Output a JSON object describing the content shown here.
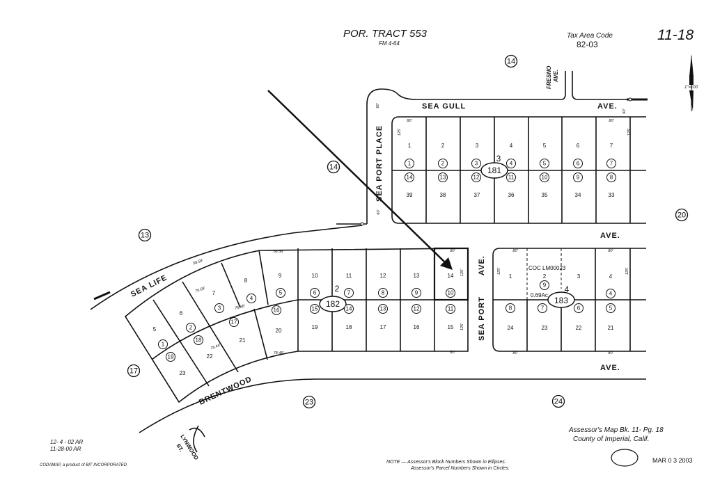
{
  "header": {
    "tract_title": "POR.  TRACT  553",
    "field_map": "FM 4-64",
    "tax_area_label": "Tax Area Code",
    "tax_area_code": "82-03",
    "page_number": "11-18",
    "scale": "1\"=100'"
  },
  "streets": {
    "sea_gull": "SEA  GULL",
    "sea_gull_ave": "AVE.",
    "fresno": "FRESNO",
    "fresno_ave": "AVE.",
    "sea_port_place": "SEA PORT PLACE",
    "middle_ave": "AVE.",
    "sea_port_ave_top": "AVE.",
    "sea_port_ave_bottom": "SEA PORT",
    "bottom_ave": "AVE.",
    "sea_life": "SEA  LIFE",
    "brentwood": "BRENTWOOD",
    "lynwood": "LYNWOOD",
    "lynwood_st": "ST.",
    "width_60": "60'"
  },
  "blocks": [
    {
      "number": "181",
      "tract_block": "3"
    },
    {
      "number": "182",
      "tract_block": "2"
    },
    {
      "number": "183",
      "tract_block": "4"
    }
  ],
  "lot_numbers": [
    "1",
    "2",
    "3",
    "4",
    "5",
    "6",
    "7",
    "39",
    "38",
    "37",
    "36",
    "35",
    "34",
    "33",
    "9",
    "10",
    "11",
    "12",
    "13",
    "14",
    "20",
    "19",
    "18",
    "17",
    "16",
    "15",
    "5",
    "6",
    "7",
    "8",
    "21",
    "22",
    "23",
    "1",
    "2",
    "3",
    "4",
    "24",
    "23",
    "22",
    "21"
  ],
  "parcel_numbers": [
    "1",
    "2",
    "3",
    "4",
    "5",
    "6",
    "7",
    "14",
    "13",
    "12",
    "11",
    "10",
    "9",
    "8",
    "5",
    "6",
    "7",
    "8",
    "9",
    "10",
    "16",
    "15",
    "14",
    "13",
    "12",
    "11",
    "4",
    "3",
    "2",
    "1",
    "17",
    "18",
    "19",
    "9",
    "8",
    "7",
    "6",
    "5",
    "4"
  ],
  "area_numbers": [
    "14",
    "14",
    "13",
    "20",
    "17",
    "23",
    "24"
  ],
  "dimensions": [
    "80'",
    "80'",
    "125'",
    "125'",
    "60'",
    "60'",
    "80'",
    "80'",
    "125'",
    "125'",
    "58.58'",
    "58.58'",
    "75.68'",
    "75.68'",
    "78.44'",
    "78.45'",
    "80'",
    "80'",
    "125'",
    "125'",
    "80'",
    "80'"
  ],
  "annotations": {
    "certificate": "COC LM00023",
    "acreage": "0.69Ac",
    "highlighted_parcel": "14"
  },
  "footer": {
    "revision_1": "12- 4 - 02 AR",
    "revision_2": "11-28-00 AR",
    "credit": "CODAMAP, a product of  BIT  INCORPORATED",
    "note_1": "NOTE — Assessor's Block Numbers Shown in Ellipses.",
    "note_2": "Assessor's Parcel Numbers Shown in Circles.",
    "map_ref": "Assessor's  Map  Bk. 11-  Pg. 18",
    "county": "County  of  Imperial,  Calif.",
    "stamp_date": "MAR 0 3 2003"
  }
}
